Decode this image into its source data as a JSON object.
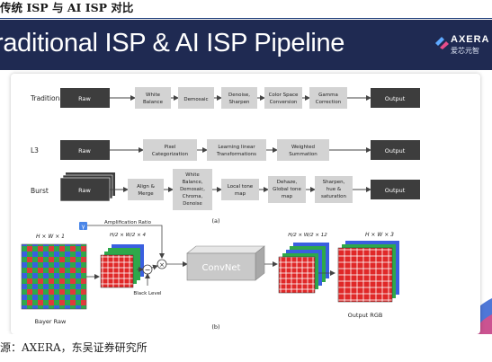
{
  "document": {
    "title": "传统 ISP 与 AI ISP 对比",
    "source": "源：AXERA，东吴证券研究所"
  },
  "slide": {
    "title": "raditional ISP & AI ISP Pipeline",
    "logo": {
      "en": "AXERA",
      "cn": "爱芯元智"
    },
    "colors": {
      "header_bg": "#1f2a52",
      "dark_box": "#3d3d3d",
      "light_box": "#d3d3d3",
      "accent_pink": "#d94f8a",
      "accent_blue": "#3b6fd6"
    }
  },
  "figure_a": {
    "caption": "(a)",
    "rows": [
      {
        "label": "Traditional",
        "start": "Raw",
        "steps": [
          "White\nBalance",
          "Demosaic",
          "Denoise,\nSharpen",
          "Color Space\nConversion",
          "Gamma\nCorrection"
        ],
        "end": "Output"
      },
      {
        "label": "L3",
        "start": "Raw",
        "steps": [
          "Pixel\nCategorization",
          "Learning linear\nTransformations",
          "Weighted\nSummation"
        ],
        "end": "Output"
      },
      {
        "label": "Burst",
        "start": "Raw",
        "steps": [
          "Align &\nMerge",
          "White\nBalance,\nDemosaic,\nChroma,\nDenoise",
          "Local tone\nmap",
          "Dehaze,\nGlobal tone\nmap",
          "Sharpen,\nhue &\nsaturation"
        ],
        "end": "Output"
      }
    ]
  },
  "figure_b": {
    "caption": "(b)",
    "bayer_dim": "H × W × 1",
    "bayer_label": "Bayer Raw",
    "gamma_symbol": "γ",
    "amplification_label": "Amplification Ratio",
    "packed_dim": "H/2 × W/2 × 4",
    "black_level_label": "Black Level",
    "minus_symbol": "−",
    "times_symbol": "×",
    "convnet_label": "ConvNet",
    "mid_dim": "H/2 × W/2 × 12",
    "output_dim": "H × W × 3",
    "output_label": "Output RGB"
  }
}
